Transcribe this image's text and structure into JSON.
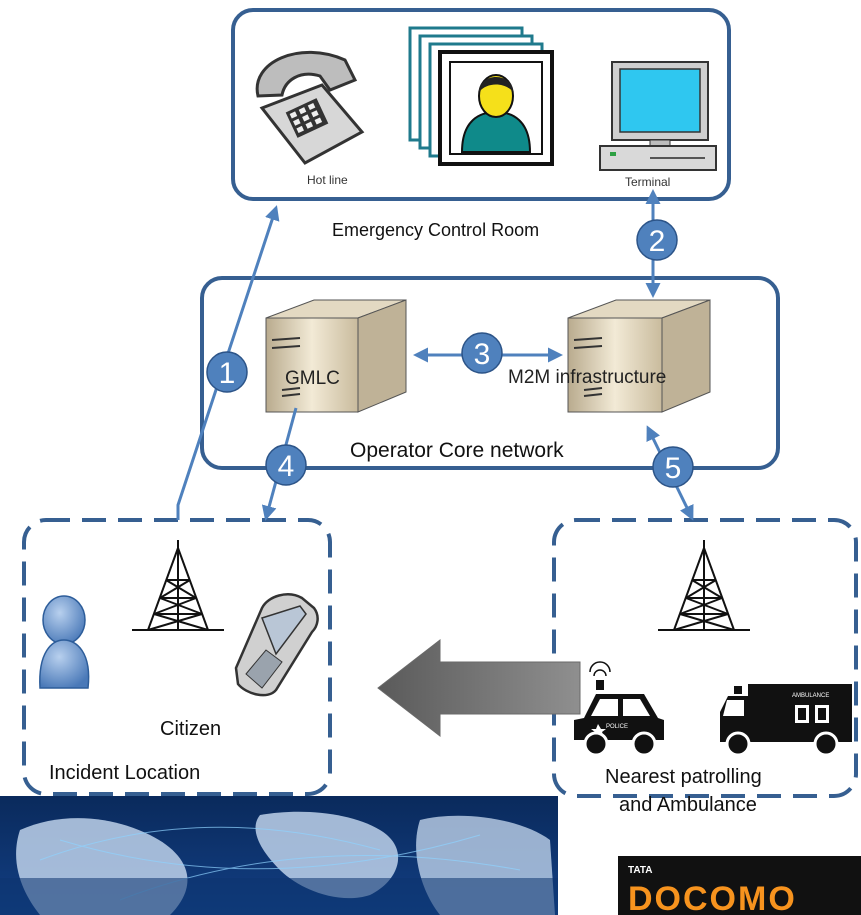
{
  "control_room": {
    "label": "Emergency Control Room",
    "hotline_label": "Hot line",
    "terminal_label": "Terminal"
  },
  "core_network": {
    "label": "Operator Core network",
    "gmlc_label": "GMLC",
    "m2m_label": "M2M infrastructure"
  },
  "incident": {
    "citizen_label": "Citizen",
    "location_label": "Incident Location"
  },
  "responders": {
    "label_line1": "Nearest patrolling",
    "label_line2": "and Ambulance",
    "police_text": "POLICE",
    "ambulance_text": "AMBULANCE"
  },
  "steps": [
    "1",
    "2",
    "3",
    "4",
    "5"
  ],
  "brand": {
    "line1": "TATA",
    "line2": "DOCOMO"
  },
  "colors": {
    "frame": "#365f91",
    "arrow": "#4f81bd",
    "badge_fill": "#4f81bd",
    "badge_text": "#ffffff",
    "brand_orange": "#f7931e"
  }
}
